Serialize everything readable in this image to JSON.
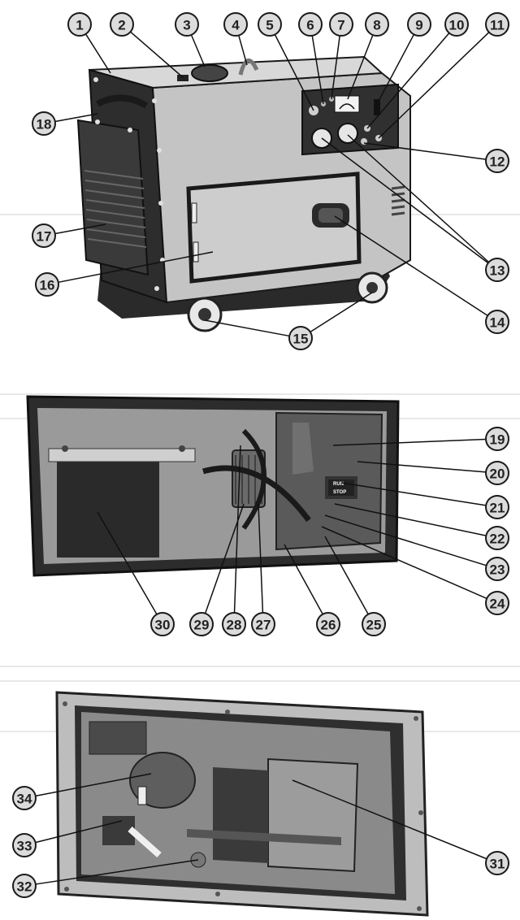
{
  "callouts": [
    {
      "id": "1",
      "label": "1"
    },
    {
      "id": "2",
      "label": "2"
    },
    {
      "id": "3",
      "label": "3"
    },
    {
      "id": "4",
      "label": "4"
    },
    {
      "id": "5",
      "label": "5"
    },
    {
      "id": "6",
      "label": "6"
    },
    {
      "id": "7",
      "label": "7"
    },
    {
      "id": "8",
      "label": "8"
    },
    {
      "id": "9",
      "label": "9"
    },
    {
      "id": "10",
      "label": "10"
    },
    {
      "id": "11",
      "label": "11"
    },
    {
      "id": "12",
      "label": "12"
    },
    {
      "id": "13",
      "label": "13"
    },
    {
      "id": "14",
      "label": "14"
    },
    {
      "id": "15",
      "label": "15"
    },
    {
      "id": "16",
      "label": "16"
    },
    {
      "id": "17",
      "label": "17"
    },
    {
      "id": "18",
      "label": "18"
    },
    {
      "id": "19",
      "label": "19"
    },
    {
      "id": "20",
      "label": "20"
    },
    {
      "id": "21",
      "label": "21"
    },
    {
      "id": "22",
      "label": "22"
    },
    {
      "id": "23",
      "label": "23"
    },
    {
      "id": "24",
      "label": "24"
    },
    {
      "id": "25",
      "label": "25"
    },
    {
      "id": "26",
      "label": "26"
    },
    {
      "id": "27",
      "label": "27"
    },
    {
      "id": "28",
      "label": "28"
    },
    {
      "id": "29",
      "label": "29"
    },
    {
      "id": "30",
      "label": "30"
    },
    {
      "id": "31",
      "label": "31"
    },
    {
      "id": "32",
      "label": "32"
    },
    {
      "id": "33",
      "label": "33"
    },
    {
      "id": "34",
      "label": "34"
    }
  ],
  "run_stop_plate": {
    "run": "RUN",
    "stop": "STOP"
  },
  "colors": {
    "outline": "#1a1a1a",
    "body": "#c4c4c4",
    "frame": "#2b2b2b",
    "badge_fill": "#dcdcdc",
    "interior": "#8a8a8a"
  }
}
